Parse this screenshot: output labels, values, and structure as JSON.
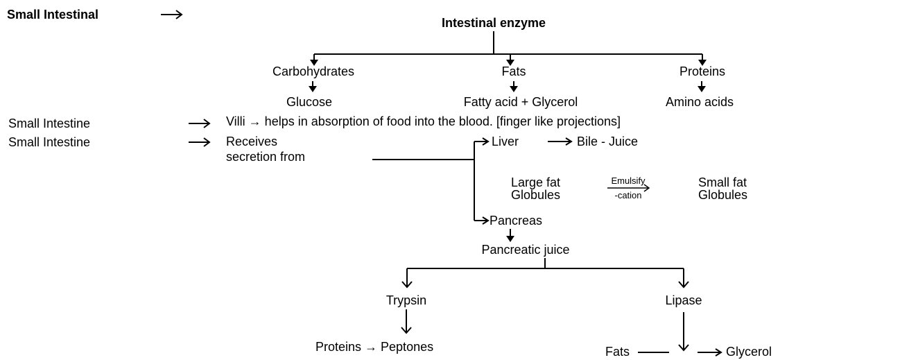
{
  "header": {
    "left_label": "Small Intestinal",
    "title": "Intestinal enzyme"
  },
  "enzyme_branches": [
    {
      "name": "Carbohydrates",
      "product": "Glucose"
    },
    {
      "name": "Fats",
      "product": "Fatty acid + Glycerol"
    },
    {
      "name": "Proteins",
      "product": "Amino acids"
    }
  ],
  "villi_row": {
    "label": "Small Intestine",
    "text": "Villi →  helps in absorption of food into the blood.  [finger like projections]"
  },
  "secretion_row": {
    "label": "Small Intestine",
    "receives_line1": "Receives",
    "receives_line2": "secretion from",
    "liver": "Liver",
    "bile": "Bile - Juice",
    "large_fat_line1": "Large fat",
    "large_fat_line2": "Globules",
    "emulsify_line1": "Emulsify",
    "emulsify_line2": "-cation",
    "small_fat_line1": "Small fat",
    "small_fat_line2": "Globules",
    "pancreas": "Pancreas",
    "pancreatic_juice": "Pancreatic juice"
  },
  "pancreatic_enzymes": {
    "trypsin": "Trypsin",
    "trypsin_product": "Proteins → Peptones",
    "lipase": "Lipase",
    "lipase_substrate": "Fats",
    "lipase_product": "Glycerol"
  }
}
